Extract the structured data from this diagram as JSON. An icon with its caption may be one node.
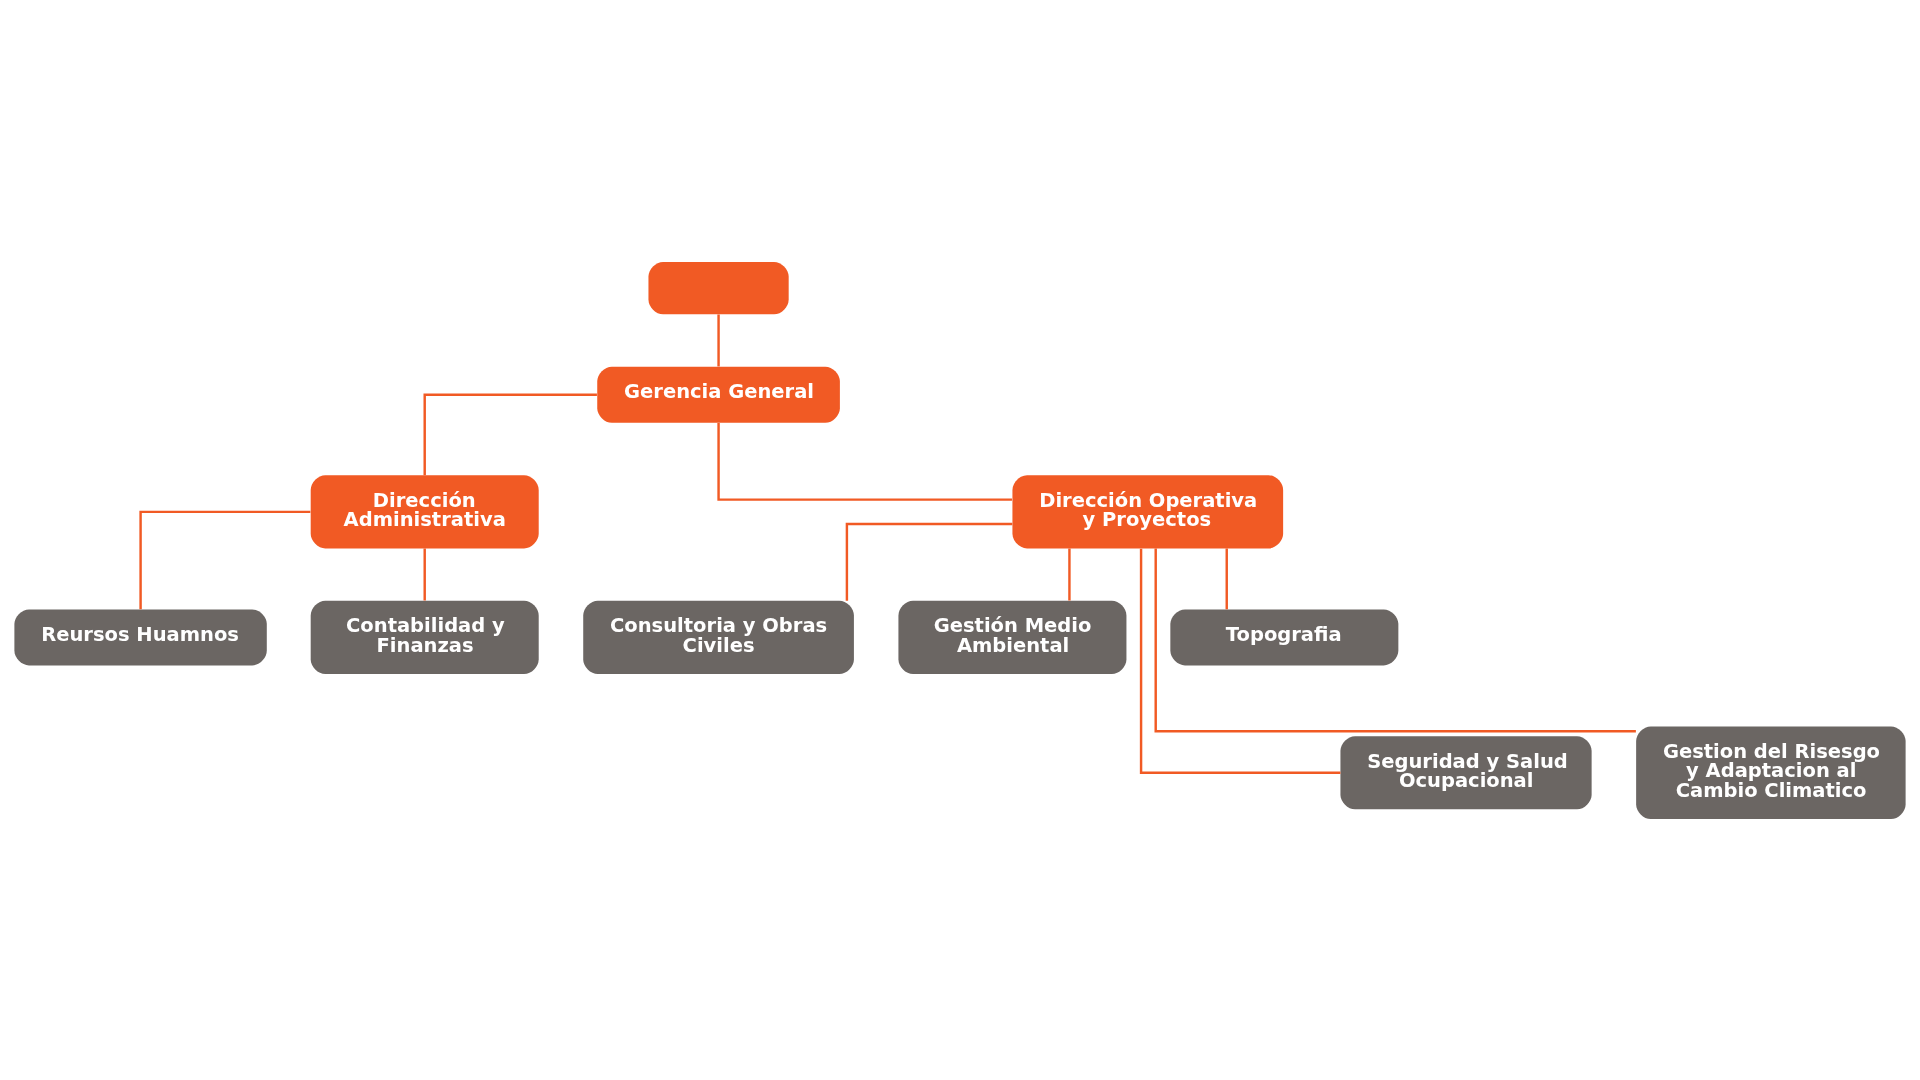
{
  "diagram": {
    "nodes": [
      {
        "text": [],
        "shape": "box"
      },
      {
        "text": [
          "Gerencia General"
        ]
      },
      {
        "text": [
          "Dirección Administrativa"
        ]
      },
      {
        "text": [
          "Dirección Operativa y Proyectos"
        ]
      },
      {
        "text": [
          "Reursos Huamnos"
        ]
      },
      {
        "text": [
          "Contabilidad y Finanzas"
        ]
      },
      {
        "text": [
          "Consultoria y Obras Civiles"
        ]
      },
      {
        "text": [
          "Gestión Medio Ambiental"
        ]
      },
      {
        "text": [
          "Topografia"
        ]
      },
      {
        "text": [
          "Seguridad y Salud Ocupacional"
        ]
      },
      {
        "text": [
          "Gestion del Risesgo y Adaptacion al Cambio Climatico"
        ]
      }
    ],
    "edges": [
      {
        "from": 0,
        "to": 1,
        "arrow": "none",
        "color": "#f15a24"
      },
      {
        "from": 1,
        "to": 2,
        "arrow": "none",
        "color": "#f15a24"
      },
      {
        "from": 1,
        "to": 3,
        "arrow": "none",
        "color": "#f15a24"
      },
      {
        "from": 2,
        "to": 4,
        "arrow": "none",
        "color": "#f15a24"
      },
      {
        "from": 2,
        "to": 5,
        "arrow": "none",
        "color": "#f15a24"
      },
      {
        "from": 3,
        "to": 6,
        "arrow": "none",
        "color": "#f15a24"
      },
      {
        "from": 3,
        "to": 9,
        "arrow": "none",
        "color": "#f15a24"
      },
      {
        "from": 3,
        "to": 7,
        "arrow": "none",
        "color": "#f15a24"
      },
      {
        "from": 3,
        "to": 10,
        "arrow": "none",
        "color": "#f15a24"
      },
      {
        "from": 3,
        "to": 8,
        "arrow": "none",
        "color": "#f15a24"
      }
    ]
  }
}
